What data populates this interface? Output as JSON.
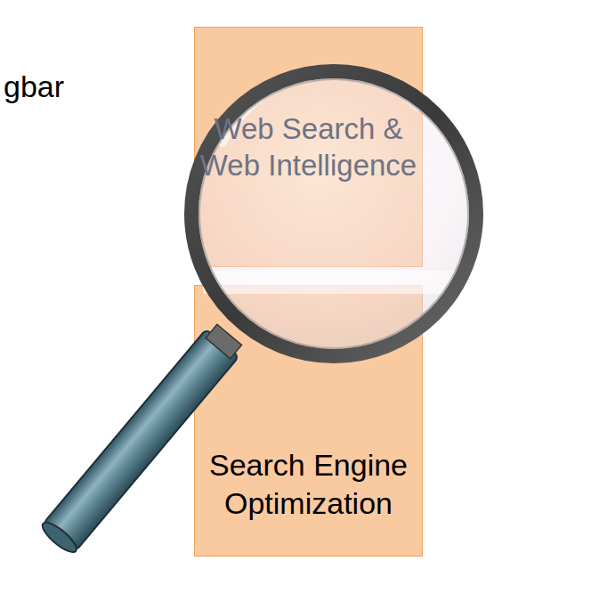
{
  "diagram": {
    "nodes": [
      {
        "text": [
          "Web Search & Web Intelligence"
        ]
      },
      {
        "text": [
          "Search Engine Optimization"
        ]
      }
    ],
    "labels": [
      "gbar"
    ]
  }
}
